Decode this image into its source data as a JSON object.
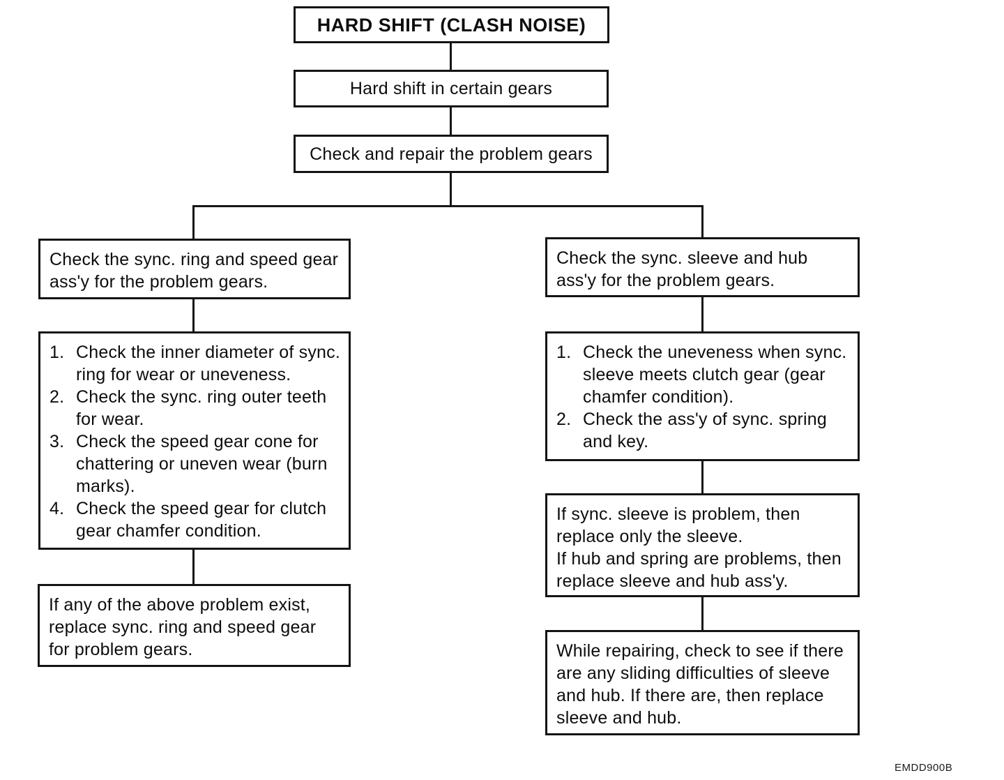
{
  "diagram": {
    "title": "HARD SHIFT (CLASH NOISE)",
    "symptom": "Hard shift in certain gears",
    "action": "Check and repair the problem gears",
    "left_branch": {
      "header": "Check the sync. ring and speed gear ass'y for the problem gears.",
      "checks": [
        {
          "num": "1.",
          "text": "Check the inner diameter of sync. ring for wear or uneveness."
        },
        {
          "num": "2.",
          "text": "Check the sync. ring outer teeth for wear."
        },
        {
          "num": "3.",
          "text": "Check the speed gear cone for chattering or uneven wear (burn marks)."
        },
        {
          "num": "4.",
          "text": "Check the speed gear for clutch gear chamfer condition."
        }
      ],
      "resolution": "If any of the above problem exist, replace sync. ring and speed gear for problem gears."
    },
    "right_branch": {
      "header": "Check the sync. sleeve and hub ass'y for the problem gears.",
      "checks": [
        {
          "num": "1.",
          "text": "Check the uneveness when sync. sleeve meets clutch gear (gear chamfer condition)."
        },
        {
          "num": "2.",
          "text": "Check the ass'y of sync. spring and key."
        }
      ],
      "resolution_lines": [
        "If sync. sleeve is problem, then replace only the sleeve.",
        "If hub and spring are problems, then replace sleeve and hub ass'y."
      ],
      "note": "While repairing, check to see if there are any sliding difficulties of sleeve and hub. If there are, then replace sleeve and hub."
    },
    "figure_code": "EMDD900B",
    "colors": {
      "ink": "#141414",
      "paper": "#ffffff"
    }
  }
}
